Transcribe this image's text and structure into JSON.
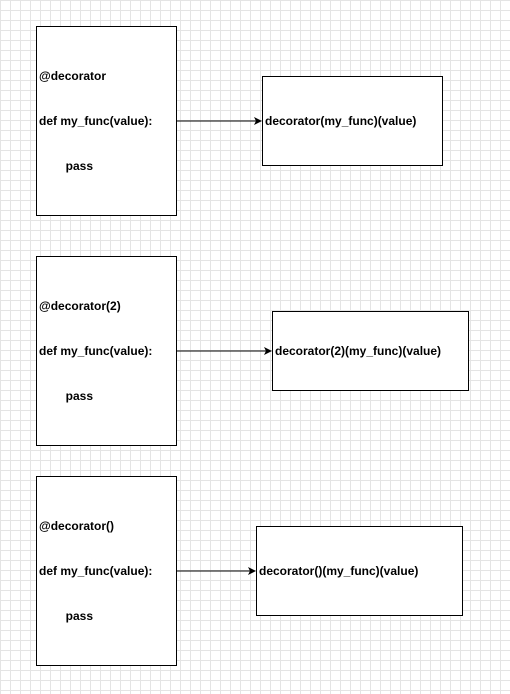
{
  "diagram": {
    "rows": [
      {
        "code_lines": [
          "@decorator",
          "def my_func(value):",
          "        pass"
        ],
        "result": "decorator(my_func)(value)"
      },
      {
        "code_lines": [
          "@decorator(2)",
          "def my_func(value):",
          "        pass"
        ],
        "result": "decorator(2)(my_func)(value)"
      },
      {
        "code_lines": [
          "@decorator()",
          "def my_func(value):",
          "        pass"
        ],
        "result": "decorator()(my_func)(value)"
      }
    ]
  }
}
